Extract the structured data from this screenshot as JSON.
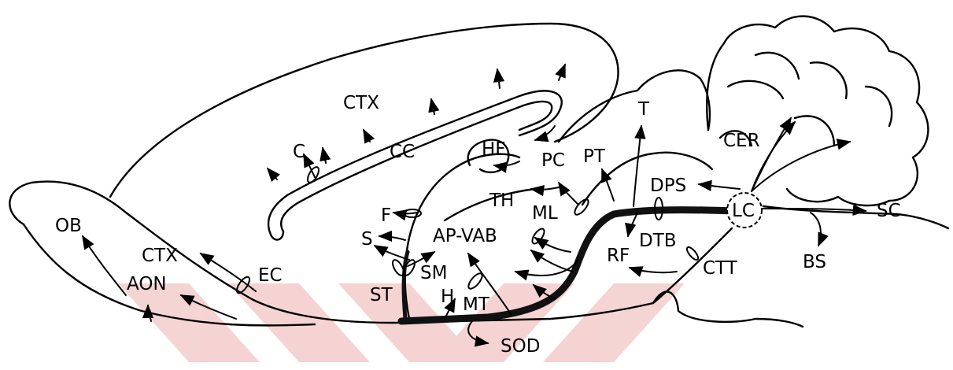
{
  "labels": {
    "ctx_top": "CTX",
    "c": "C",
    "cc": "CC",
    "hf": "HF",
    "pc": "PC",
    "pt": "PT",
    "t": "T",
    "cer": "CER",
    "dps": "DPS",
    "lc": "LC",
    "sc": "SC",
    "bs": "BS",
    "ctt": "CTT",
    "dtb": "DTB",
    "rf": "RF",
    "ml": "ML",
    "th": "TH",
    "ap_vab": "AP-VAB",
    "f": "F",
    "s": "S",
    "sm": "SM",
    "st": "ST",
    "h": "H",
    "mt": "MT",
    "sod": "SOD",
    "ob": "OB",
    "ctx_left": "CTX",
    "aon": "AON",
    "ec": "EC"
  },
  "watermark_color": "#f3c9c9"
}
